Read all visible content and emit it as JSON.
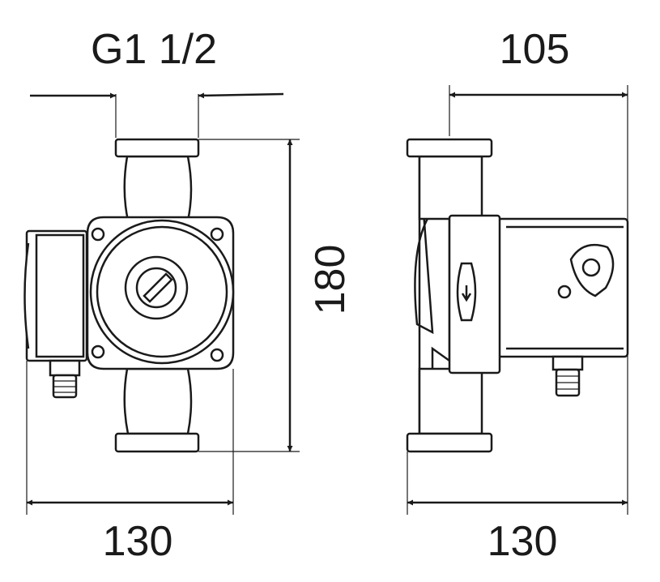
{
  "dimensions": {
    "thread": "G1 1/2",
    "depth": "105",
    "height": "180",
    "width_front": "130",
    "width_side": "130"
  },
  "colors": {
    "line": "#1a1a1a",
    "background": "#ffffff"
  }
}
